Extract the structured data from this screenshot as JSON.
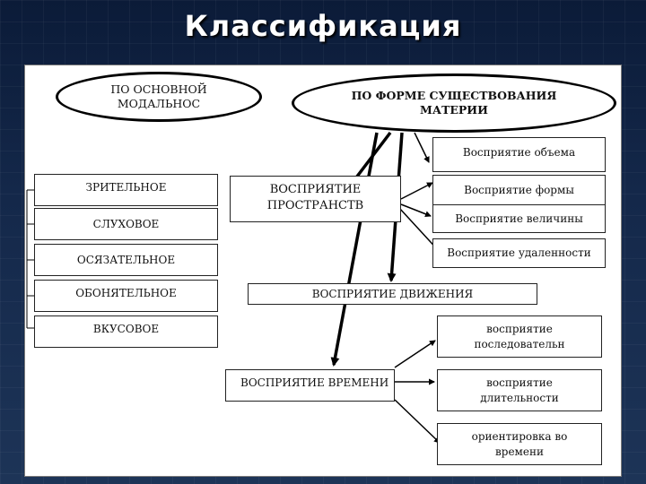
{
  "title": "Классификация",
  "ovals": {
    "modality": "ПО ОСНОВНОЙ\nМОДАЛЬНОС",
    "matter_form": "ПО ФОРМЕ СУЩЕСТВОВАНИЯ\nМАТЕРИИ"
  },
  "modalities": [
    "ЗРИТЕЛЬНОЕ",
    "СЛУХОВОЕ",
    "ОСЯЗАТЕЛЬНОЕ",
    "ОБОНЯТЕЛЬНОЕ",
    "ВКУСОВОЕ"
  ],
  "space": {
    "label": "ВОСПРИЯТИЕ\nПРОСТРАНСТВ",
    "items": [
      "Восприятие объема",
      "Восприятие формы",
      "Восприятие величины",
      "Восприятие удаленности"
    ]
  },
  "motion": {
    "label": "ВОСПРИЯТИЕ ДВИЖЕНИЯ"
  },
  "time": {
    "label": "ВОСПРИЯТИЕ ВРЕМЕНИ",
    "items": [
      "восприятие\nпоследовательн",
      "восприятие\nдлительности",
      "ориентировка во\nвремени"
    ]
  }
}
